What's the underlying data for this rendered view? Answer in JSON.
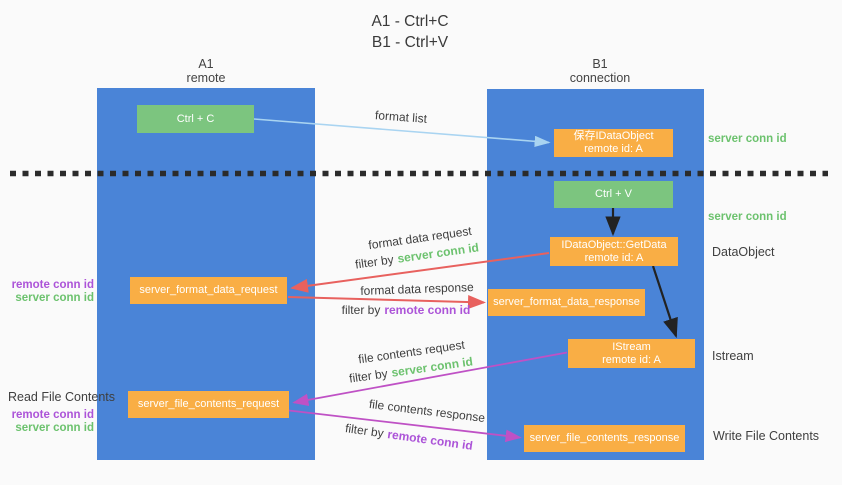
{
  "title": {
    "line1": "A1 - Ctrl+C",
    "line2": "B1 - Ctrl+V"
  },
  "lifelines": {
    "a1": {
      "id": "A1",
      "role": "remote"
    },
    "b1": {
      "id": "B1",
      "role": "connection"
    }
  },
  "nodes": {
    "ctrl_c": {
      "label": "Ctrl + C"
    },
    "ctrl_v": {
      "label": "Ctrl + V"
    },
    "save_idataobject": {
      "line1": "保存IDataObject",
      "line2": "remote id: A"
    },
    "idataobject_getdata": {
      "line1": "IDataObject::GetData",
      "line2": "remote id: A"
    },
    "istream": {
      "line1": "IStream",
      "line2": "remote id: A"
    },
    "server_format_data_request": {
      "label": "server_format_data_request"
    },
    "server_format_data_response": {
      "label": "server_format_data_response"
    },
    "server_file_contents_request": {
      "label": "server_file_contents_request"
    },
    "server_file_contents_response": {
      "label": "server_file_contents_response"
    }
  },
  "messages": {
    "format_list": {
      "label": "format list"
    },
    "format_data_request": {
      "label": "format data request",
      "filter_prefix": "filter by",
      "filter_key": "server conn id"
    },
    "format_data_response": {
      "label": "format data response",
      "filter_prefix": "filter by",
      "filter_key": "remote conn id"
    },
    "file_contents_request": {
      "label": "file contents request",
      "filter_prefix": "filter by",
      "filter_key": "server conn id"
    },
    "file_contents_response": {
      "label": "file contents response",
      "filter_prefix": "filter by",
      "filter_key": "remote conn id"
    }
  },
  "side_labels": {
    "server_conn_id_top": "server conn id",
    "server_conn_id_mid": "server conn id",
    "dataobject": "DataObject",
    "istream": "Istream",
    "write_file_contents": "Write File Contents",
    "read_file_contents": "Read File Contents",
    "remote_conn_id": "remote conn id",
    "server_conn_id": "server conn id"
  },
  "colors": {
    "background": "#fafafa",
    "lifeline_blue": "#4A84D7",
    "node_green": "#7CC57F",
    "node_orange": "#F9AE45",
    "arrow_lightblue": "#A9D4F1",
    "arrow_red": "#E8615E",
    "arrow_magenta": "#BF51C5",
    "arrow_black": "#222222",
    "text_green": "#6CC26E",
    "text_purple": "#AC54D8",
    "text_gray": "#3F3F3F"
  }
}
